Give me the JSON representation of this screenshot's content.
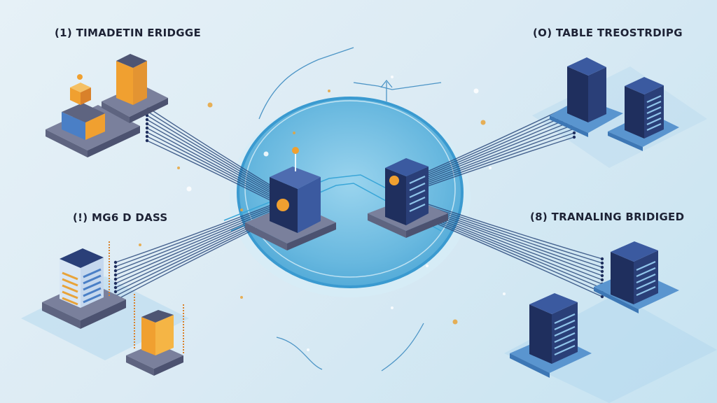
{
  "labels": {
    "top_left": "(1) TIMADETIN ERIDGGE",
    "top_right": "(O) TABLE TREOSTRDIPG",
    "middle_left": "(!) MG6 D DASS",
    "middle_right": "(8) TRANALING BRIDIGED"
  },
  "nodes": {
    "hub": {
      "name": "central-hub",
      "servers": [
        "hub-server-left",
        "hub-server-right"
      ]
    },
    "top_left": [
      "orange-token-server",
      "orange-tower-server"
    ],
    "top_right": [
      "navy-server-a",
      "navy-server-b"
    ],
    "bottom_left": [
      "white-datacenter-tower",
      "orange-tower-server"
    ],
    "bottom_right": [
      "navy-server-c",
      "navy-server-d"
    ]
  },
  "colors": {
    "background": "#dcebf4",
    "hub_fill": "#6fbfe0",
    "hub_ring": "#3a9ad0",
    "cable": "#2c4a7c",
    "navy": "#2a3f78",
    "navy_dark": "#1f2f5e",
    "navy_light": "#3b5aa0",
    "orange": "#f0a030",
    "orange_dark": "#d9812a",
    "base_grey": "#5e6480",
    "base_grey_top": "#7a809c",
    "blue_pad": "#5a95cf",
    "accent_gold": "#e8a33a",
    "text": "#1d2235"
  }
}
